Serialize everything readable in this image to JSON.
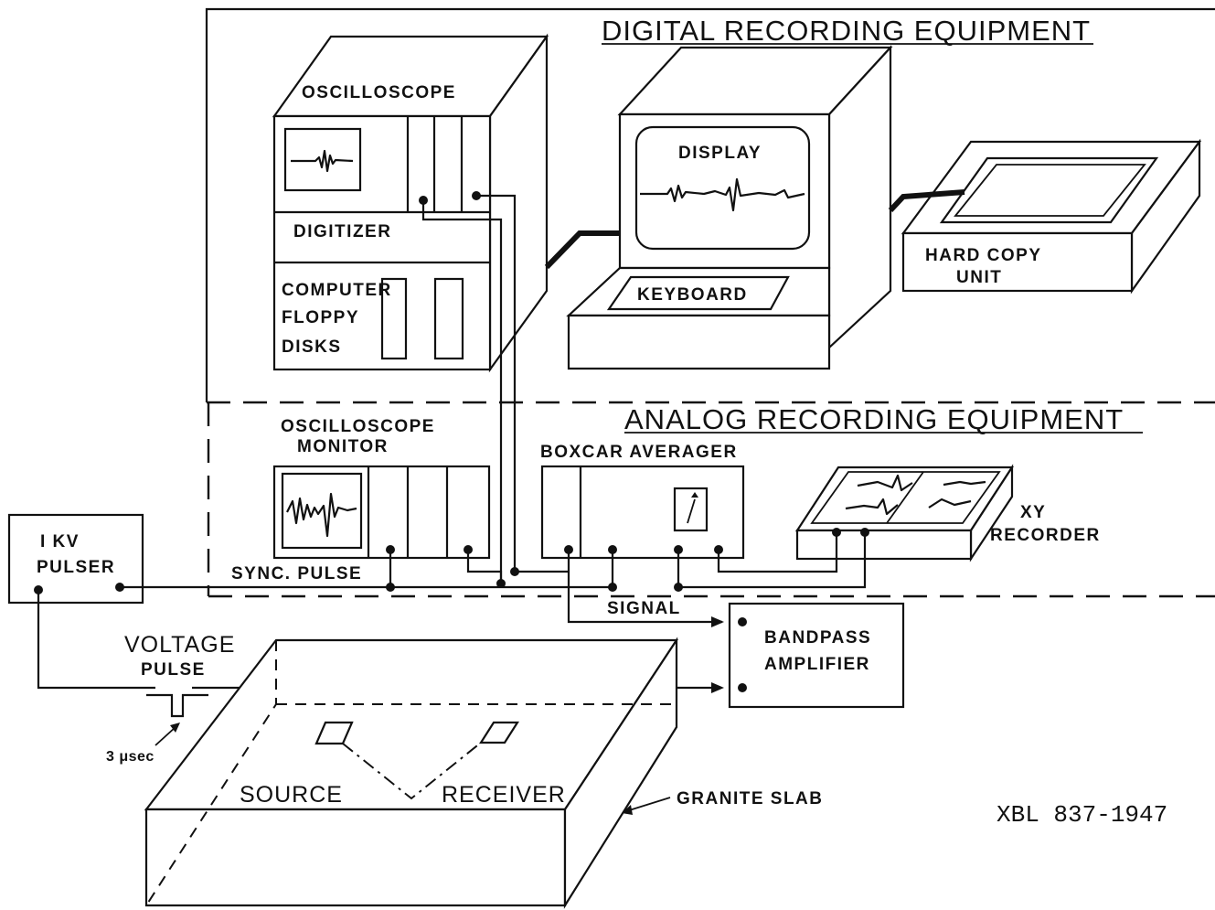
{
  "sections": {
    "digital_title": "DIGITAL RECORDING EQUIPMENT",
    "analog_title": "ANALOG RECORDING EQUIPMENT"
  },
  "digital": {
    "oscilloscope": "OSCILLOSCOPE",
    "digitizer": "DIGITIZER",
    "computer_lines": [
      "COMPUTER",
      "FLOPPY",
      "DISKS"
    ],
    "display": "DISPLAY",
    "keyboard": "KEYBOARD",
    "hard_copy_lines": [
      "HARD COPY",
      "UNIT"
    ]
  },
  "analog": {
    "oscilloscope_monitor_lines": [
      "OSCILLOSCOPE",
      "MONITOR"
    ],
    "boxcar_averager": "BOXCAR AVERAGER",
    "xy_recorder_lines": [
      "XY",
      "RECORDER"
    ],
    "sync_pulse": "SYNC. PULSE",
    "signal": "SIGNAL"
  },
  "pulser_lines": [
    "I KV",
    "PULSER"
  ],
  "bandpass_lines": [
    "BANDPASS",
    "AMPLIFIER"
  ],
  "voltage_pulse_lines": [
    "VOLTAGE",
    "PULSE"
  ],
  "pulse_width": "3 μsec",
  "slab": {
    "source": "SOURCE",
    "receiver": "RECEIVER",
    "granite_slab": "GRANITE SLAB"
  },
  "figure_code": "XBL 837-1947"
}
